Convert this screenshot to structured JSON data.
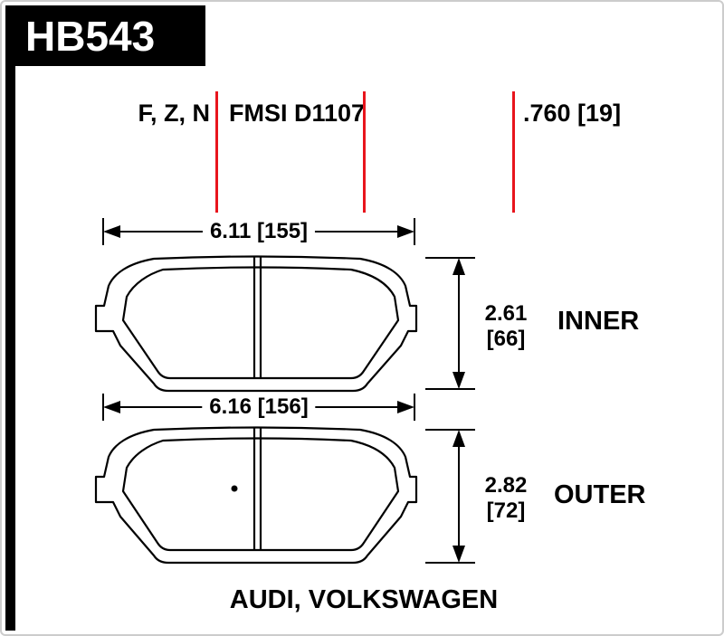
{
  "header": {
    "part_number": "HB543"
  },
  "top_specs": {
    "compounds": "F, Z, N",
    "fmsi": "FMSI D1107",
    "pad_thickness": ".760 [19]"
  },
  "inner_pad": {
    "width_dim": "6.11 [155]",
    "height_in": "2.61",
    "height_mm": "[66]",
    "label": "INNER"
  },
  "outer_pad": {
    "width_dim": "6.16 [156]",
    "height_in": "2.82",
    "height_mm": "[72]",
    "label": "OUTER"
  },
  "application": "AUDI, VOLKSWAGEN",
  "colors": {
    "accent_red": "#e8151d",
    "ink": "#000000"
  }
}
